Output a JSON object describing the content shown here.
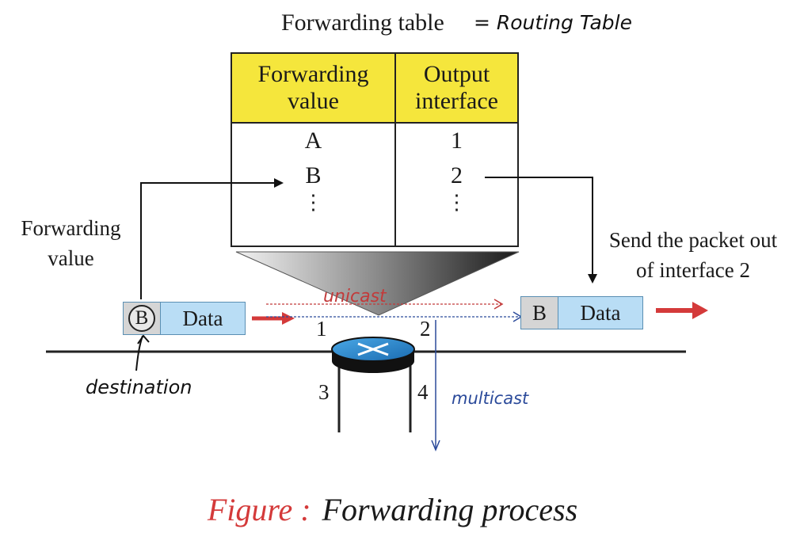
{
  "title": "Forwarding table",
  "title_note": "= Routing Table",
  "table": {
    "headers": [
      "Forwarding value",
      "Output interface"
    ],
    "rows": [
      {
        "value": "A",
        "interface": "1"
      },
      {
        "value": "B",
        "interface": "2"
      },
      {
        "value": "⋮",
        "interface": "⋮"
      }
    ]
  },
  "left_label": "Forwarding value",
  "right_label": "Send the packet out of interface 2",
  "incoming_packet": {
    "dest": "B",
    "data": "Data"
  },
  "outgoing_packet": {
    "dest": "B",
    "data": "Data"
  },
  "ports": [
    "1",
    "2",
    "3",
    "4"
  ],
  "annotations": {
    "unicast": "unicast",
    "multicast": "multicast",
    "destination": "destination"
  },
  "caption": {
    "prefix": "Figure :",
    "text": "Forwarding process"
  },
  "colors": {
    "header_fill": "#f5e63c",
    "data_fill": "#b9ddf5",
    "arrow_red": "#d43a3a",
    "unicast_ink": "#c23a3a",
    "multicast_ink": "#2b4a9a"
  }
}
